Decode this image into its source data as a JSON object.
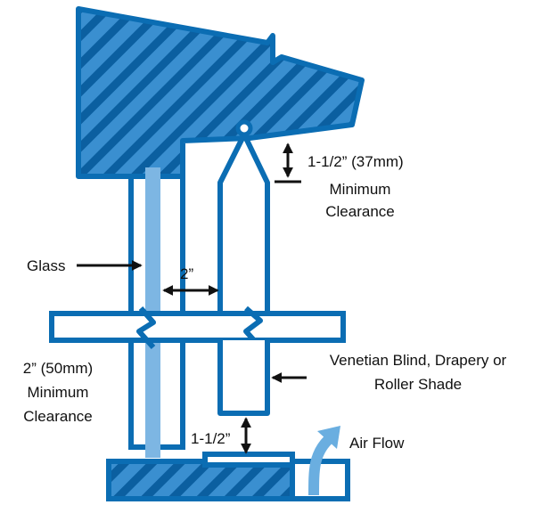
{
  "labels": {
    "top_clearance": "1-1/2” (37mm)",
    "top_minimum": "Minimum",
    "top_clearance_word": "Clearance",
    "glass": "Glass",
    "gap": "2”",
    "side_clearance": "2” (50mm)",
    "side_minimum": "Minimum",
    "side_clearance_word": "Clearance",
    "shade_line1": "Venetian Blind, Drapery or",
    "shade_line2": "Roller Shade",
    "bottom_gap": "1-1/2”",
    "air_flow": "Air Flow"
  },
  "colors": {
    "outline": "#0b6db3",
    "hatch_fill": "#3a8fd0",
    "hatch_stripe": "#0b5fa0",
    "glass": "#7db6e3",
    "arrow": "#111111",
    "air_flow_arrow": "#6aaee0"
  }
}
